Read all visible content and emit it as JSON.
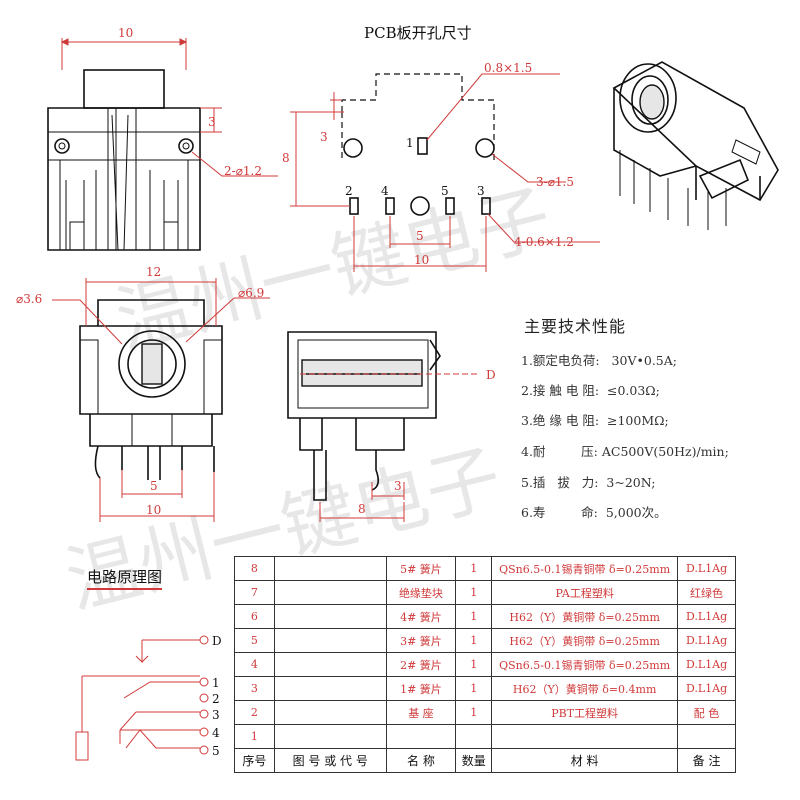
{
  "pcb_title": "PCB板开孔尺寸",
  "circuit_title": "电路原理图",
  "specs": {
    "title": "主要技术性能",
    "items": [
      "1.额定电负荷:   30V•0.5A;",
      "2.接 触 电 阻:  ≤0.03Ω;",
      "3.绝 缘 电 阻:  ≥100MΩ;",
      "4.耐         压: AC500V(50Hz)/min;",
      "5.插   拔   力:  3~20N;",
      "6.寿         命:  5,000次。"
    ]
  },
  "dims": {
    "top_width": "10",
    "top_height": "3",
    "hole_top": "2-⌀1.2",
    "pcb_slot": "0.8×1.5",
    "pcb_hole_small": "3",
    "pcb_height": "8",
    "pcb_hole_big": "3-⌀1.5",
    "pcb_pin_count": "4-0.6×1.2",
    "pcb_pitch": "5",
    "pcb_width": "10",
    "pin_1": "1",
    "pin_2": "2",
    "pin_4": "4",
    "pin_5": "5",
    "pin_3": "3",
    "front_width": "12",
    "front_d_small": "⌀3.6",
    "front_d_large": "⌀6.9",
    "front_pitch": "5",
    "front_width_bottom": "10",
    "side_dim_3": "3",
    "side_dim_8": "8",
    "side_d": "D"
  },
  "schematic_labels": [
    "D",
    "1",
    "2",
    "3",
    "4",
    "5"
  ],
  "watermark": [
    "温州一键电子",
    "温州一键电子"
  ],
  "bom": {
    "header": [
      "序号",
      "图 号 或 代 号",
      "名 称",
      "数量",
      "材          料",
      "备 注"
    ],
    "rows": [
      [
        "8",
        "",
        "5# 簧片",
        "1",
        "QSn6.5-0.1锡青铜带 δ=0.25mm",
        "D.L1Ag"
      ],
      [
        "7",
        "",
        "绝缘垫块",
        "1",
        "PA工程塑料",
        "红绿色"
      ],
      [
        "6",
        "",
        "4# 簧片",
        "1",
        "H62（Y）黄铜带 δ=0.25mm",
        "D.L1Ag"
      ],
      [
        "5",
        "",
        "3# 簧片",
        "1",
        "H62（Y）黄铜带 δ=0.25mm",
        "D.L1Ag"
      ],
      [
        "4",
        "",
        "2# 簧片",
        "1",
        "QSn6.5-0.1锡青铜带 δ=0.25mm",
        "D.L1Ag"
      ],
      [
        "3",
        "",
        "1# 簧片",
        "1",
        "H62（Y）黄铜带 δ=0.4mm",
        "D.L1Ag"
      ],
      [
        "2",
        "",
        "基 座",
        "1",
        "PBT工程塑料",
        "配 色"
      ],
      [
        "1",
        "",
        "",
        "",
        "",
        ""
      ]
    ]
  }
}
